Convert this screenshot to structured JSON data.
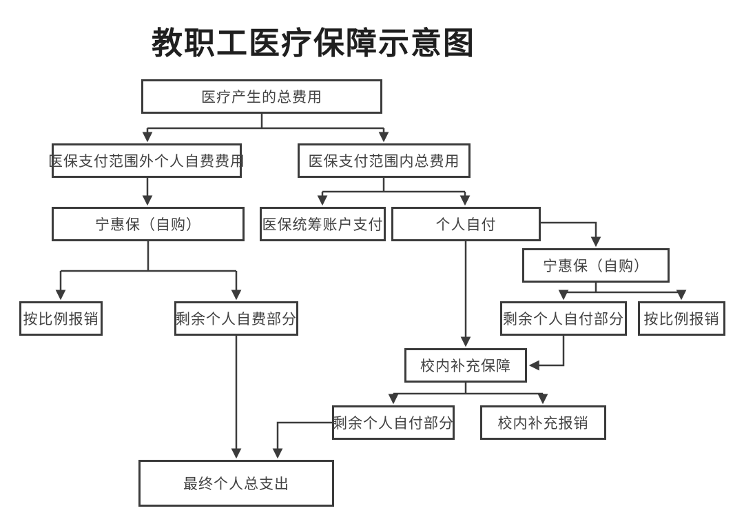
{
  "title": "教职工医疗保障示意图",
  "diagram": {
    "type": "flowchart",
    "nodes": [
      {
        "id": "total-cost",
        "label": "医疗产生的总费用"
      },
      {
        "id": "out-of-scope-self-fee",
        "label": "医保支付范围外个人自费费用"
      },
      {
        "id": "in-scope-total",
        "label": "医保支付范围内总费用"
      },
      {
        "id": "ninghuibao-left",
        "label": "宁惠保（自购）"
      },
      {
        "id": "pooled-account-pay",
        "label": "医保统筹账户支付"
      },
      {
        "id": "personal-self-pay",
        "label": "个人自付"
      },
      {
        "id": "ninghuibao-right",
        "label": "宁惠保（自购）"
      },
      {
        "id": "proportional-reimburse-left",
        "label": "按比例报销"
      },
      {
        "id": "remaining-self-fee",
        "label": "剩余个人自费部分"
      },
      {
        "id": "remaining-self-pay-right",
        "label": "剩余个人自付部分"
      },
      {
        "id": "proportional-reimburse-right",
        "label": "按比例报销"
      },
      {
        "id": "campus-supplement",
        "label": "校内补充保障"
      },
      {
        "id": "remaining-self-pay-bottom",
        "label": "剩余个人自付部分"
      },
      {
        "id": "campus-supplement-reimburse",
        "label": "校内补充报销"
      },
      {
        "id": "final-personal-total",
        "label": "最终个人总支出"
      }
    ],
    "edges": [
      {
        "from": "total-cost",
        "to": "out-of-scope-self-fee"
      },
      {
        "from": "total-cost",
        "to": "in-scope-total"
      },
      {
        "from": "out-of-scope-self-fee",
        "to": "ninghuibao-left"
      },
      {
        "from": "in-scope-total",
        "to": "pooled-account-pay"
      },
      {
        "from": "in-scope-total",
        "to": "personal-self-pay"
      },
      {
        "from": "personal-self-pay",
        "to": "ninghuibao-right"
      },
      {
        "from": "ninghuibao-left",
        "to": "proportional-reimburse-left"
      },
      {
        "from": "ninghuibao-left",
        "to": "remaining-self-fee"
      },
      {
        "from": "ninghuibao-right",
        "to": "remaining-self-pay-right"
      },
      {
        "from": "ninghuibao-right",
        "to": "proportional-reimburse-right"
      },
      {
        "from": "personal-self-pay",
        "to": "campus-supplement"
      },
      {
        "from": "remaining-self-pay-right",
        "to": "campus-supplement"
      },
      {
        "from": "campus-supplement",
        "to": "remaining-self-pay-bottom"
      },
      {
        "from": "campus-supplement",
        "to": "campus-supplement-reimburse"
      },
      {
        "from": "remaining-self-fee",
        "to": "final-personal-total"
      },
      {
        "from": "remaining-self-pay-bottom",
        "to": "final-personal-total"
      }
    ]
  },
  "colors": {
    "background": "#ffffff",
    "box_fill": "#ffffff",
    "box_border": "#3b3b3b",
    "line": "#3b3b3b",
    "node_text": "#424242",
    "title_text": "#1f1f1f"
  }
}
